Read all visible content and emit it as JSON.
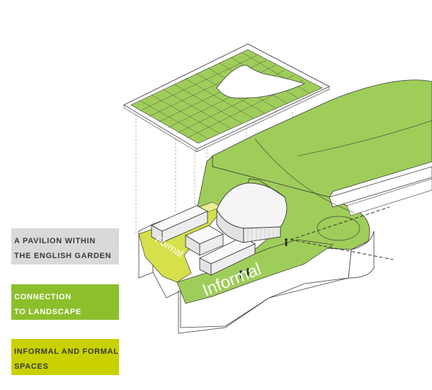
{
  "diagram": {
    "labels": {
      "informal": "Informal",
      "formal": "Formal"
    }
  },
  "legend": [
    {
      "lines": [
        "A PAVILION WITHIN",
        "THE ENGLISH GARDEN"
      ],
      "color": "#d9d9d9",
      "text_color": "#3a3a3a"
    },
    {
      "lines": [
        "CONNECTION",
        "TO LANDSCAPE"
      ],
      "color": "#8cbf2c",
      "text_color": "#ffffff"
    },
    {
      "lines": [
        "INFORMAL AND FORMAL",
        "SPACES"
      ],
      "color": "#c9d200",
      "text_color": "#3a3a3a"
    }
  ],
  "colors": {
    "green": "#9fcd5a",
    "light_green": "#c3dd88",
    "lime": "#d6e04a",
    "outline": "#3a3a3a",
    "building": "#f2f2f2"
  }
}
